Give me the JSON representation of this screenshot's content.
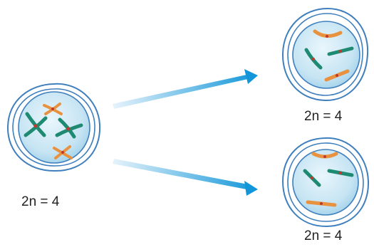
{
  "parent_cell": {
    "label": "2n = 4"
  },
  "daughter_cells": [
    {
      "label": "2n = 4"
    },
    {
      "label": "2n = 4"
    }
  ],
  "colors": {
    "cell_outline": "#3f7fbd",
    "nucleus_fill": "#c6e4f3",
    "nucleus_outline": "#3f7fbd",
    "chromosome_green": "#1f8a72",
    "chromosome_orange": "#e8923f",
    "centromere": "#c0392b",
    "arrow_start": "#e6f3fb",
    "arrow_end": "#1296d9"
  }
}
